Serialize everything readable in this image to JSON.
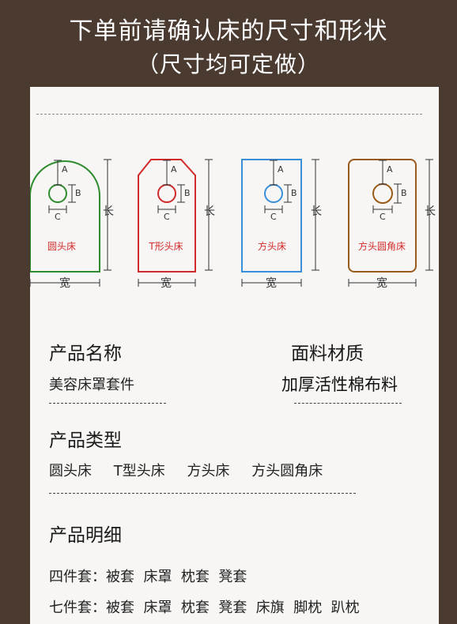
{
  "header": {
    "title_line1": "下单前请确认床的尺寸和形状",
    "title_line2": "（尺寸均可定做）"
  },
  "diagrams": [
    {
      "label": "圆头床",
      "color": "#2e8b2e",
      "shape": "round-head"
    },
    {
      "label": "T形头床",
      "color": "#d12a2a",
      "shape": "t-head"
    },
    {
      "label": "方头床",
      "color": "#3a8fd8",
      "shape": "square-head"
    },
    {
      "label": "方头圆角床",
      "color": "#9a5a1a",
      "shape": "rounded-square-head"
    }
  ],
  "dimension_labels": {
    "a": "A",
    "b": "B",
    "c": "C",
    "length": "长",
    "width": "宽"
  },
  "product_name": {
    "heading": "产品名称",
    "value": "美容床罩套件"
  },
  "fabric": {
    "heading": "面料材质",
    "value": "加厚活性棉布料"
  },
  "product_type": {
    "heading": "产品类型",
    "items": [
      "圆头床",
      "T型头床",
      "方头床",
      "方头圆角床"
    ]
  },
  "details": {
    "heading": "产品明细",
    "line1": "四件套：被套  床罩  枕套  凳套",
    "line2": "七件套：被套  床罩  枕套  凳套  床旗  脚枕  趴枕"
  }
}
